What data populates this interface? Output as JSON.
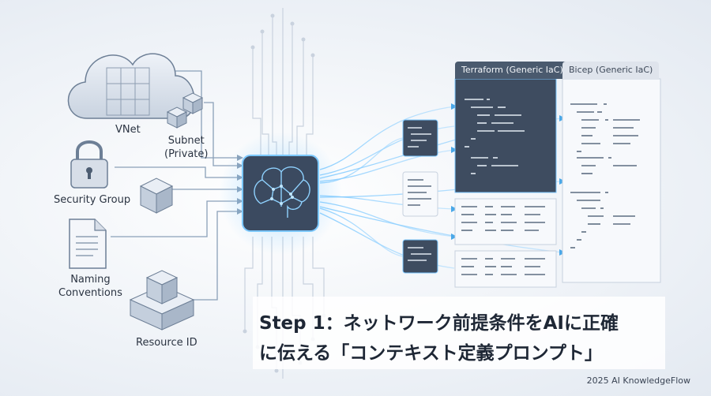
{
  "labels": {
    "vnet": "VNet",
    "subnet_line1": "Subnet",
    "subnet_line2": "(Private)",
    "security_group": "Security Group",
    "naming_line1": "Naming",
    "naming_line2": "Conventions",
    "resource_id": "Resource ID"
  },
  "tabs": {
    "terraform": "Terraform (Generic IaC)",
    "bicep": "Bicep (Generic IaC)"
  },
  "caption": {
    "line1": "Step 1：ネットワーク前提条件をAIに正確",
    "line2": "に伝える「コンテキスト定義プロンプト」"
  },
  "footer": "2025 AI KnowledgeFlow",
  "icons": [
    "cloud-icon",
    "cube-icon",
    "lock-icon",
    "document-icon",
    "server-icon",
    "ai-brain-icon"
  ],
  "colors": {
    "accent": "#4aa8e8",
    "dark_panel": "#3e4c60",
    "light_panel": "#f7f9fc"
  }
}
